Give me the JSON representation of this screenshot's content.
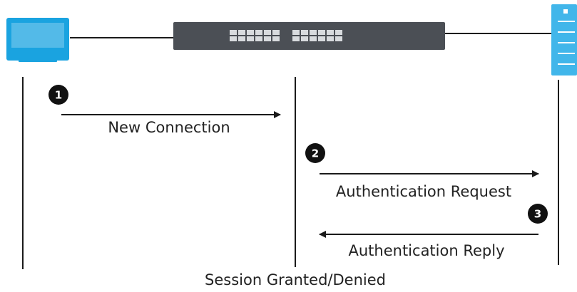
{
  "colors": {
    "computer": "#1aa3e0",
    "server": "#41b6ea",
    "switch_body": "#4b4f55",
    "switch_port": "#d8dbde",
    "line": "#1a1a1a",
    "badge": "#111111"
  },
  "nodes": [
    {
      "icon": "computer-icon"
    },
    {
      "icon": "switch-icon"
    },
    {
      "icon": "server-icon"
    }
  ],
  "steps": [
    {
      "number": "1",
      "label": "New Connection",
      "direction": "right"
    },
    {
      "number": "2",
      "label": "Authentication Request",
      "direction": "right"
    },
    {
      "number": "3",
      "label": "Authentication Reply",
      "direction": "left"
    }
  ],
  "footer": {
    "label": "Session Granted/Denied"
  }
}
